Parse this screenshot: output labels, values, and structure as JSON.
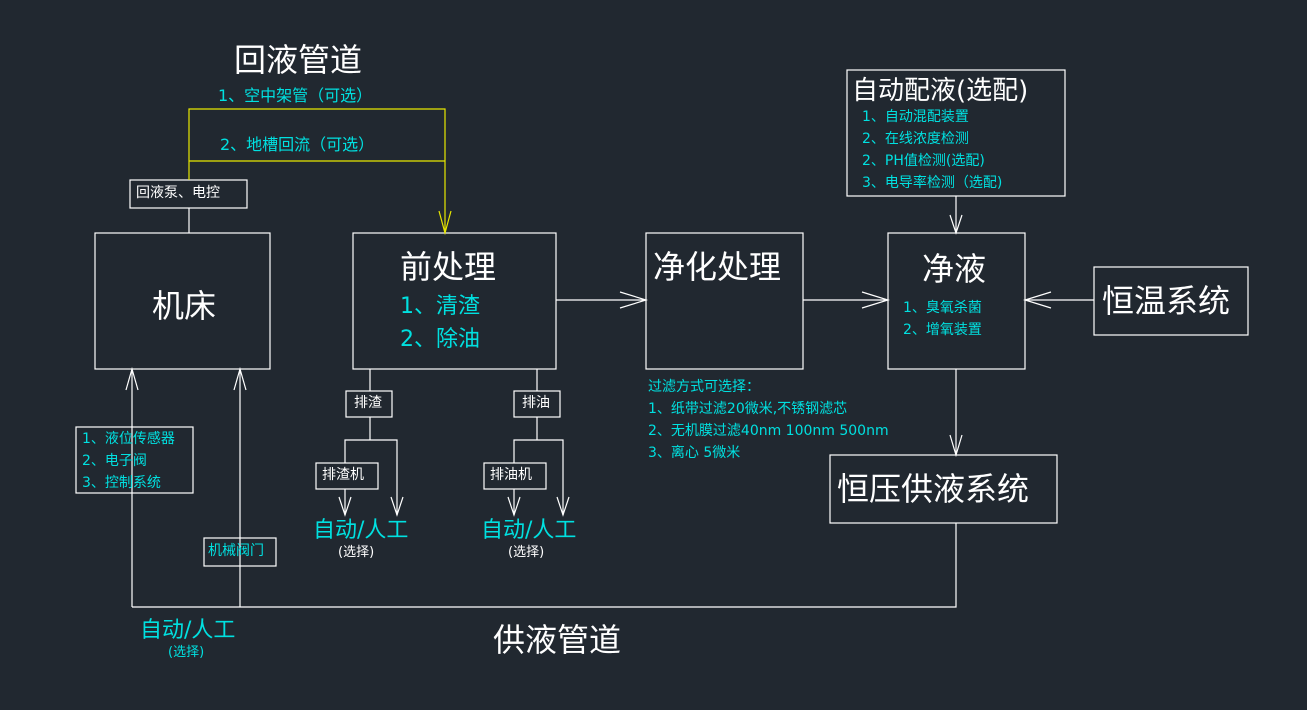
{
  "colors": {
    "background": "#212830",
    "line": "#ffffff",
    "return_line": "#e8e800",
    "accent_text": "#00e0e0"
  },
  "return_pipe": {
    "title": "回液管道",
    "option1": "1、空中架管（可选）",
    "option2": "2、地槽回流（可选）",
    "pump_label": "回液泵、电控"
  },
  "machine": {
    "title": "机床"
  },
  "pre_treatment": {
    "title": "前处理",
    "items": [
      "1、清渣",
      "2、除油"
    ],
    "slag": {
      "outlet": "排渣",
      "machine": "排渣机",
      "mode": "自动/人工",
      "mode_note": "(选择)"
    },
    "oil": {
      "outlet": "排油",
      "machine": "排油机",
      "mode": "自动/人工",
      "mode_note": "(选择)"
    }
  },
  "purification": {
    "title": "净化处理",
    "filter_title": "过滤方式可选择：",
    "filter_items": [
      "1、纸带过滤20微米,不锈钢滤芯",
      "2、无机膜过滤40nm 100nm 500nm",
      "3、离心 5微米"
    ]
  },
  "auto_mixing": {
    "title": "自动配液(选配)",
    "items": [
      "1、自动混配装置",
      "2、在线浓度检测",
      "2、PH值检测(选配)",
      "3、电导率检测（选配)"
    ]
  },
  "clean_liquid": {
    "title": "净液",
    "items": [
      "1、臭氧杀菌",
      "2、增氧装置"
    ]
  },
  "thermostat": {
    "title": "恒温系统"
  },
  "constant_pressure": {
    "title": "恒压供液系统"
  },
  "sensors": {
    "items": [
      "1、液位传感器",
      "2、电子阀",
      "3、控制系统"
    ]
  },
  "mech_valve": {
    "label": "机械阀门"
  },
  "supply_mode": {
    "mode": "自动/人工",
    "mode_note": "(选择)"
  },
  "supply_pipe": {
    "title": "供液管道"
  }
}
